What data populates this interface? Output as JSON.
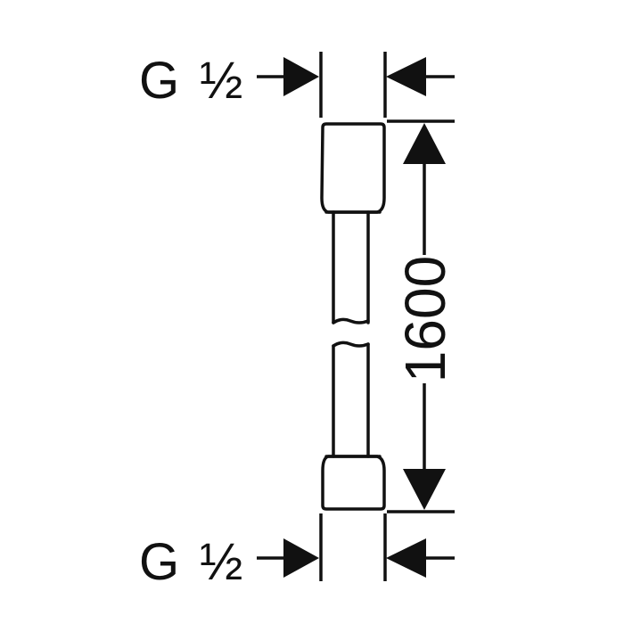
{
  "top_connection": {
    "thread_letter": "G",
    "thread_size": "½"
  },
  "bottom_connection": {
    "thread_letter": "G",
    "thread_size": "½"
  },
  "length_dimension": {
    "value": "1600"
  },
  "colors": {
    "line": "#111111",
    "background": "#ffffff"
  }
}
